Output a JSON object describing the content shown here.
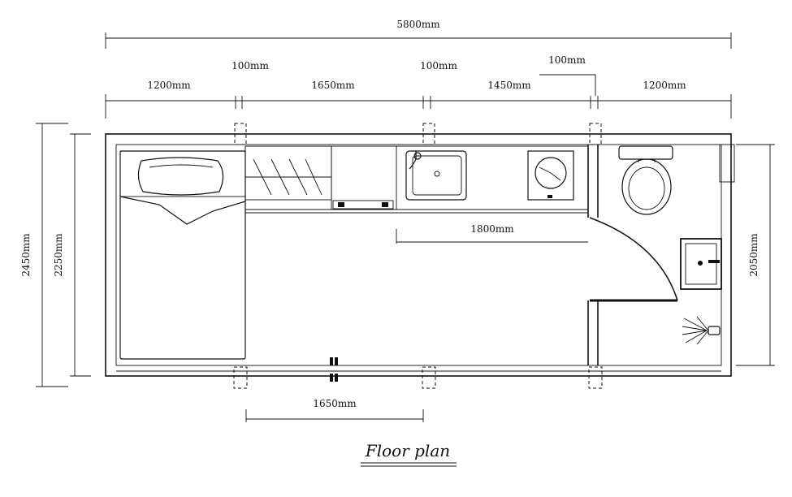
{
  "dimensions": {
    "total_width": "5800mm",
    "gap_left": "100mm",
    "gap_middle": "100mm",
    "gap_right": "100mm",
    "segment_1": "1200mm",
    "segment_2": "1650mm",
    "segment_3": "1450mm",
    "segment_4": "1200mm",
    "counter_length": "1800mm",
    "window_width": "1650mm",
    "outer_height": "2450mm",
    "inner_height": "2250mm",
    "bathroom_height": "2050mm"
  },
  "caption": "Floor plan"
}
